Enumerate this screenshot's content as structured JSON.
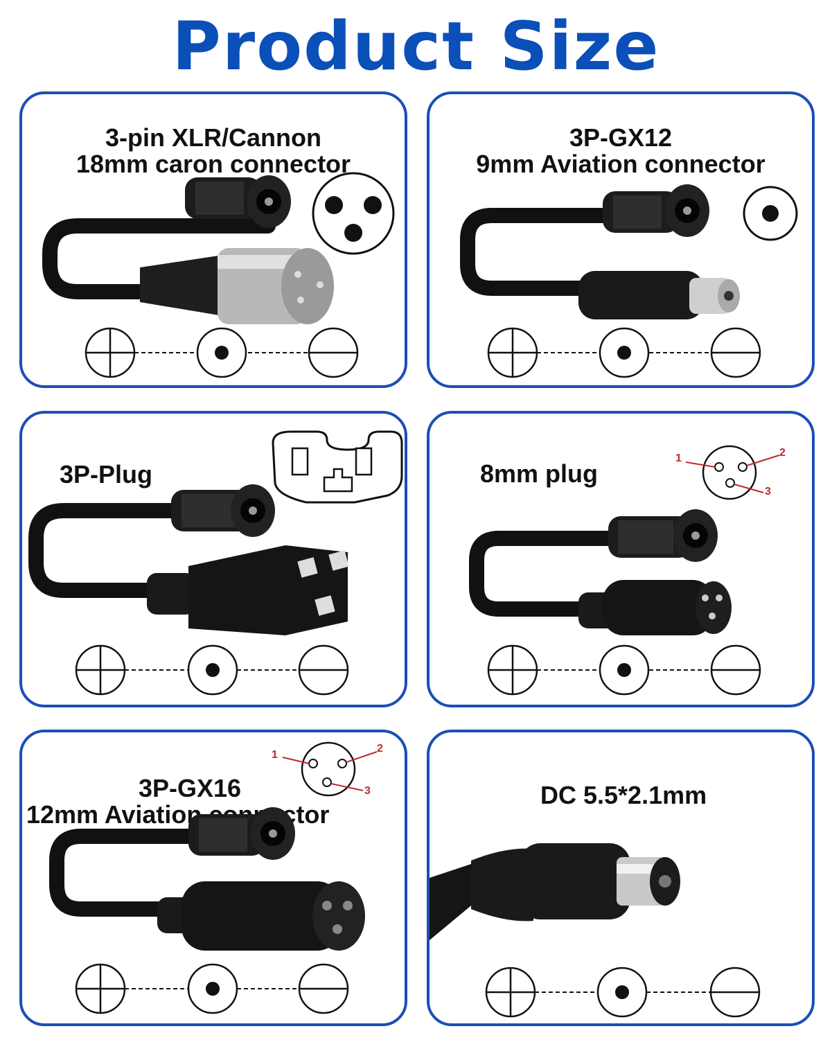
{
  "title": "Product Size",
  "colors": {
    "title": "#0b4fb8",
    "border": "#1a4fb5",
    "pin_label": "#c0282d"
  },
  "panels": [
    {
      "title_line1": "3-pin XLR/Cannon",
      "title_line2": "18mm caron connector"
    },
    {
      "title_line1": "3P-GX12",
      "title_line2": "9mm Aviation connector"
    },
    {
      "title_line1": "3P-Plug"
    },
    {
      "title_line1": "8mm plug",
      "pins": [
        "1",
        "2",
        "3"
      ]
    },
    {
      "title_line1": "3P-GX16",
      "title_line2": "12mm Aviation connector",
      "pins": [
        "1",
        "2",
        "3"
      ]
    },
    {
      "title_line1": "DC 5.5*2.1mm"
    }
  ],
  "polarity_icons": [
    "plus-circle-icon",
    "center-dot-icon",
    "minus-circle-icon"
  ]
}
